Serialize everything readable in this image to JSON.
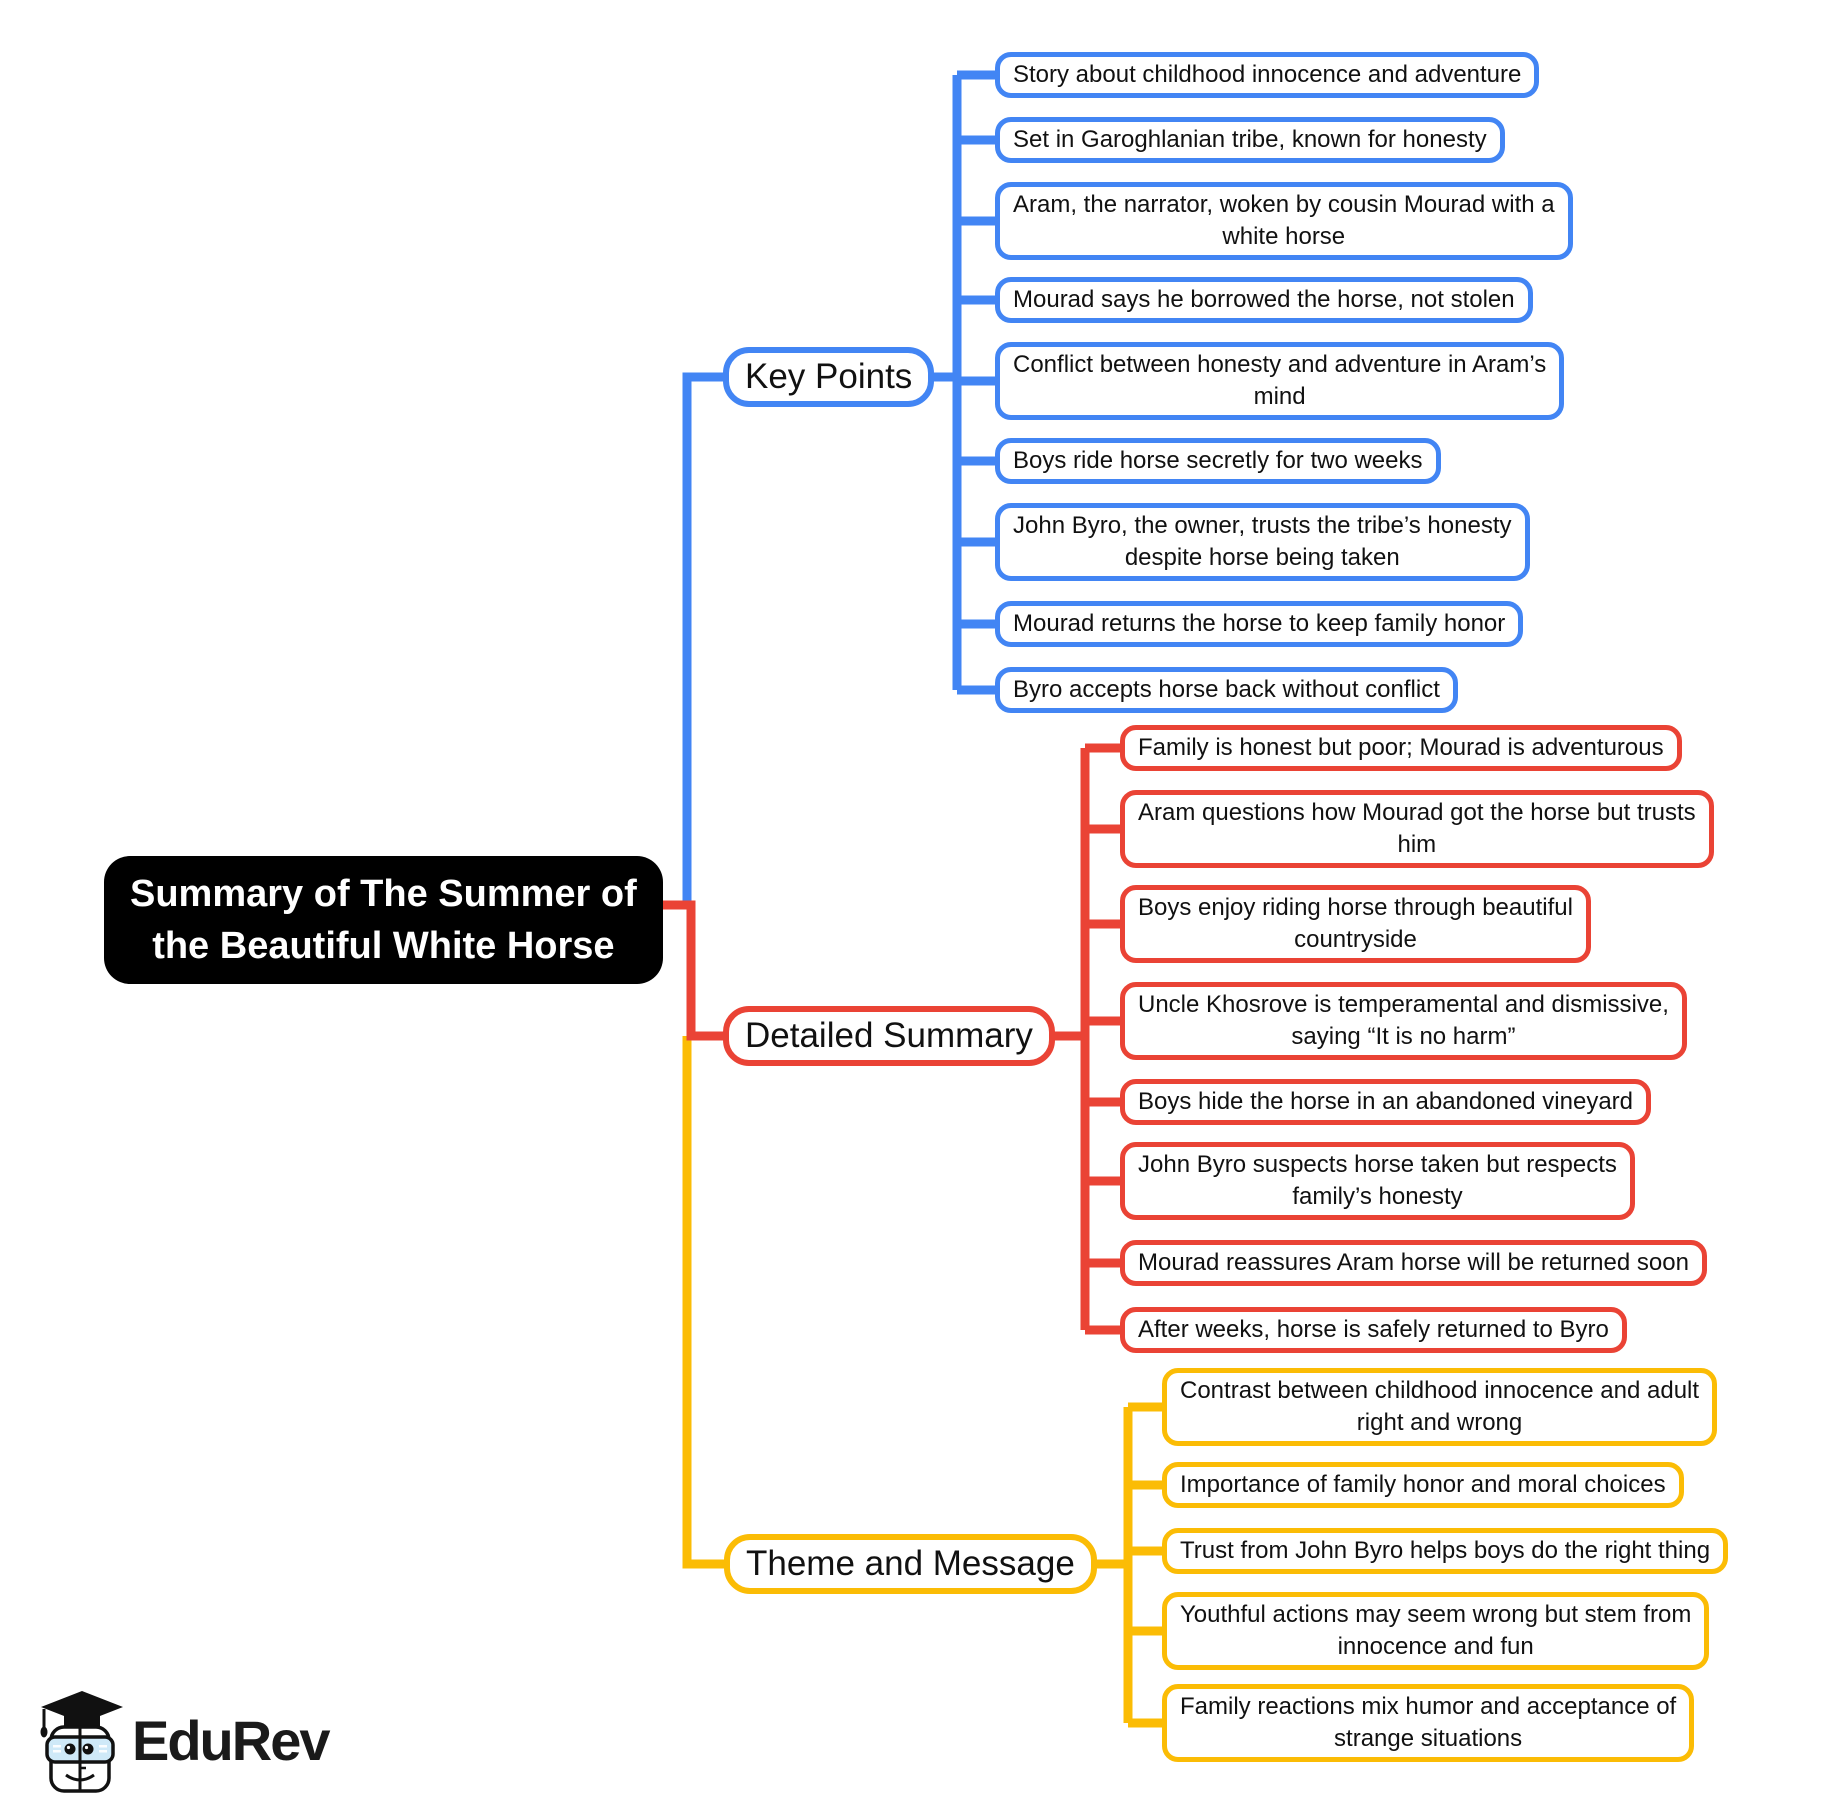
{
  "root": {
    "title": "Summary of The Summer of\nthe Beautiful White Horse"
  },
  "colors": {
    "key_points": "#4285F4",
    "detailed_summary": "#EA4335",
    "theme_message": "#FBBC05",
    "root_bg": "#000000",
    "root_text": "#ffffff"
  },
  "branches": [
    {
      "label": "Key Points",
      "color": "#4285F4",
      "leaves": [
        {
          "text": "Story about childhood innocence and adventure"
        },
        {
          "text": "Set in Garoghlanian tribe, known for honesty"
        },
        {
          "text": "Aram, the narrator, woken by cousin Mourad with a\nwhite horse"
        },
        {
          "text": "Mourad says he borrowed the horse, not stolen"
        },
        {
          "text": "Conflict between honesty and adventure in Aram’s\nmind"
        },
        {
          "text": "Boys ride horse secretly for two weeks"
        },
        {
          "text": "John Byro, the owner, trusts the tribe’s honesty\ndespite horse being taken"
        },
        {
          "text": "Mourad returns the horse to keep family honor"
        },
        {
          "text": "Byro accepts horse back without conflict"
        }
      ]
    },
    {
      "label": "Detailed Summary",
      "color": "#EA4335",
      "leaves": [
        {
          "text": "Family is honest but poor; Mourad is adventurous"
        },
        {
          "text": "Aram questions how Mourad got the horse but trusts\nhim"
        },
        {
          "text": "Boys enjoy riding horse through beautiful\ncountryside"
        },
        {
          "text": "Uncle Khosrove is temperamental and dismissive,\nsaying “It is no harm”"
        },
        {
          "text": "Boys hide the horse in an abandoned vineyard"
        },
        {
          "text": "John Byro suspects horse taken but respects\nfamily’s honesty"
        },
        {
          "text": "Mourad reassures Aram horse will be returned soon"
        },
        {
          "text": "After weeks, horse is safely returned to Byro"
        }
      ]
    },
    {
      "label": "Theme and Message",
      "color": "#FBBC05",
      "leaves": [
        {
          "text": "Contrast between childhood innocence and adult\nright and wrong"
        },
        {
          "text": "Importance of family honor and moral choices"
        },
        {
          "text": "Trust from John Byro helps boys do the right thing"
        },
        {
          "text": "Youthful actions may seem wrong but stem from\ninnocence and fun"
        },
        {
          "text": "Family reactions mix humor and acceptance of\nstrange situations"
        }
      ]
    }
  ],
  "logo": {
    "text": "EduRev"
  }
}
